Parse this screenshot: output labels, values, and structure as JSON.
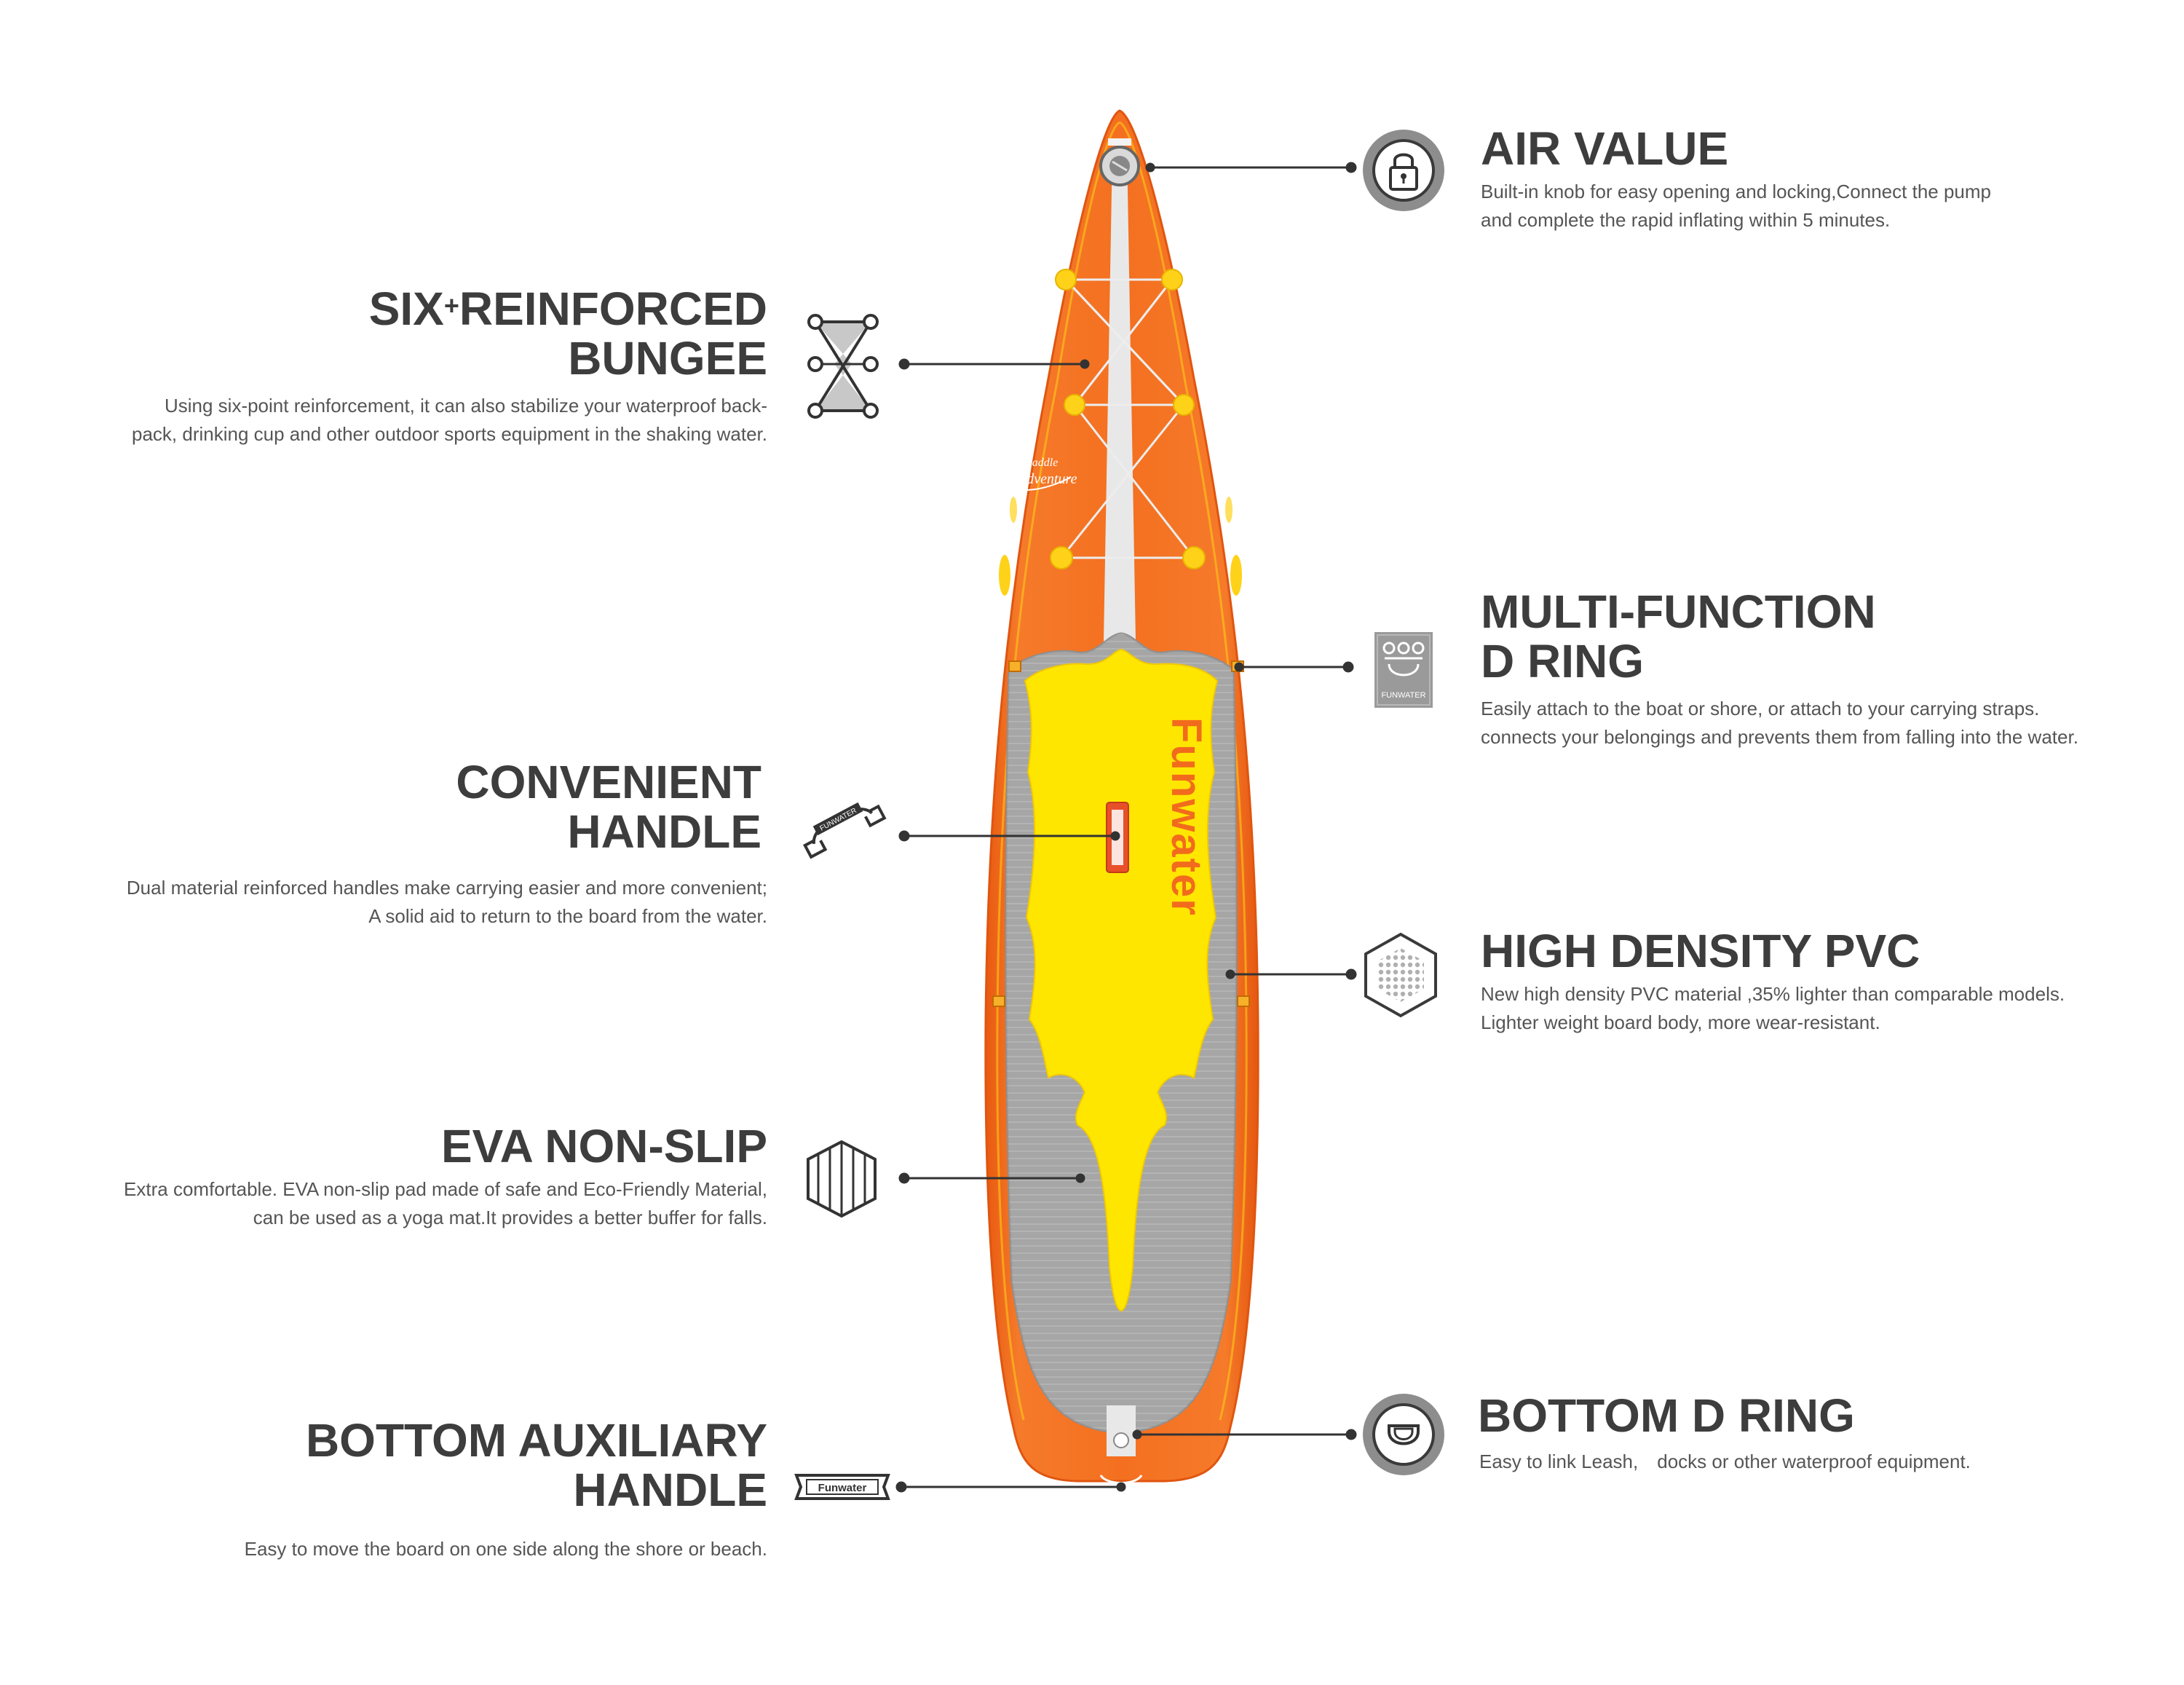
{
  "features": {
    "air_valve": {
      "title": "AIR VALUE",
      "desc": [
        "Built-in knob for easy opening and locking,Connect the pump",
        "and complete the rapid inflating within 5 minutes."
      ],
      "icon": "lock-icon"
    },
    "bungee": {
      "title_prefix": "SIX",
      "title_plus": "+",
      "title_line1_rest": "REINFORCED",
      "title_line2": "BUNGEE",
      "desc": [
        "Using six-point reinforcement, it can also stabilize your waterproof back-",
        "pack, drinking cup and other outdoor sports equipment in the shaking water."
      ],
      "icon": "bungee-icon"
    },
    "d_ring": {
      "title": [
        "MULTI-FUNCTION",
        "D RING"
      ],
      "desc": [
        "Easily attach to the boat or shore, or attach to your carrying straps.",
        "connects your belongings and prevents them from falling into the water."
      ],
      "icon": "d-ring-icon"
    },
    "handle": {
      "title": [
        "CONVENIENT",
        "HANDLE"
      ],
      "desc": [
        "Dual material reinforced handles make carrying easier and more convenient;",
        "A solid aid to return to the board from the water."
      ],
      "icon": "handle-icon"
    },
    "pvc": {
      "title": "HIGH DENSITY PVC",
      "desc": [
        "New high density PVC material ,35% lighter than comparable models.",
        "Lighter weight board body, more wear-resistant."
      ],
      "icon": "hexagon-icon"
    },
    "eva": {
      "title": "EVA NON-SLIP",
      "desc": [
        "Extra comfortable. EVA non-slip pad made of safe and Eco-Friendly Material,",
        "can be used as a yoga mat.It provides a better buffer for falls."
      ],
      "icon": "eva-pad-icon"
    },
    "bottom_d_ring": {
      "title": "BOTTOM D RING",
      "desc": [
        "Easy to link Leash,　docks or other waterproof equipment."
      ],
      "icon": "bottom-d-ring-icon"
    },
    "bottom_handle": {
      "title": [
        "BOTTOM AUXILIARY",
        "HANDLE"
      ],
      "desc": [
        "Easy to move the board on one side along the shore or beach."
      ],
      "icon": "bottom-handle-icon"
    }
  },
  "board": {
    "brand": "Funwater",
    "tagline_1": "Paddle",
    "tagline_2": "Adventure",
    "colors": {
      "orange": "#f26b1d",
      "yellow": "#ffe600",
      "grey": "#a8a8a8",
      "stripe": "#e9e9e9"
    }
  }
}
